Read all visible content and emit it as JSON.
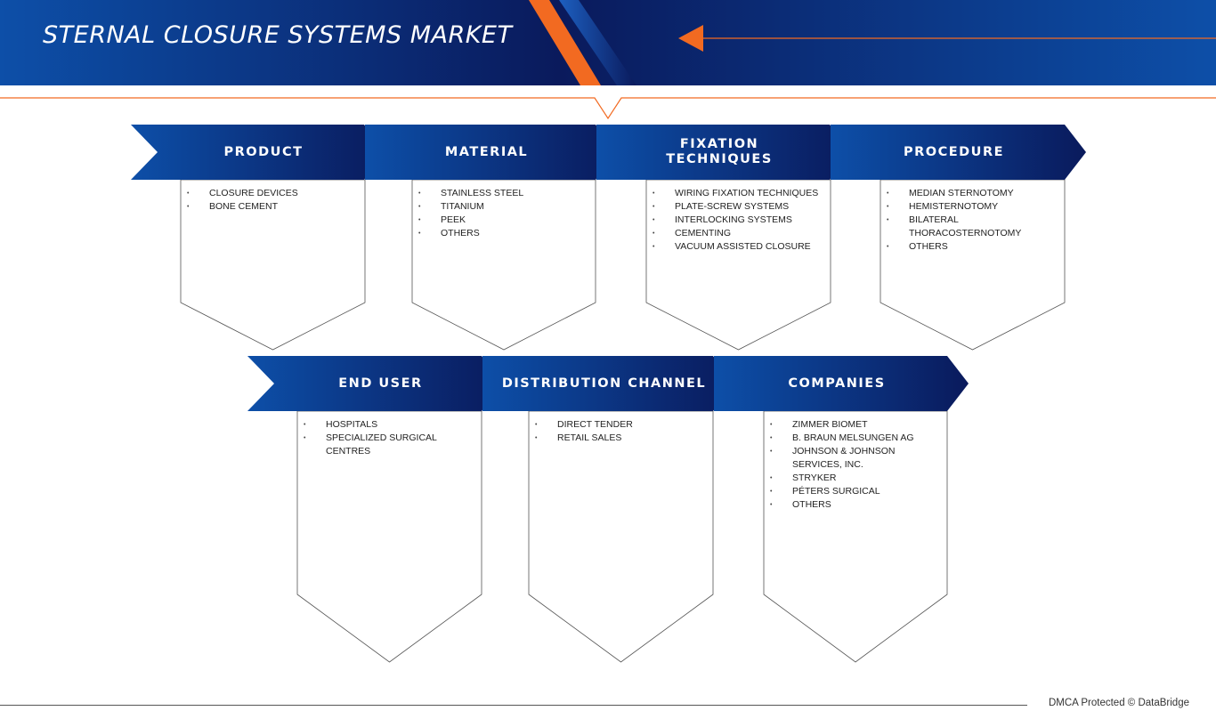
{
  "title": "STERNAL CLOSURE SYSTEMS MARKET",
  "colors": {
    "navy": "#0a1a5c",
    "blue": "#0d4fa8",
    "accent_orange": "#f26a21",
    "box_border": "#555555"
  },
  "rows": [
    {
      "categories": [
        {
          "label": "PRODUCT",
          "items": [
            "CLOSURE DEVICES",
            "BONE CEMENT"
          ]
        },
        {
          "label": "MATERIAL",
          "items": [
            "STAINLESS STEEL",
            "TITANIUM",
            "PEEK",
            "OTHERS"
          ]
        },
        {
          "label": "FIXATION TECHNIQUES",
          "items": [
            "WIRING FIXATION TECHNIQUES",
            "PLATE-SCREW SYSTEMS",
            "INTERLOCKING SYSTEMS",
            "CEMENTING",
            "VACUUM ASSISTED CLOSURE"
          ]
        },
        {
          "label": "PROCEDURE",
          "items": [
            "MEDIAN STERNOTOMY",
            "HEMISTERNOTOMY",
            "BILATERAL THORACOSTERNOTOMY",
            "OTHERS"
          ]
        }
      ]
    },
    {
      "categories": [
        {
          "label": "END USER",
          "items": [
            "HOSPITALS",
            "SPECIALIZED SURGICAL CENTRES"
          ]
        },
        {
          "label": "DISTRIBUTION CHANNEL",
          "items": [
            "DIRECT TENDER",
            "RETAIL SALES"
          ]
        },
        {
          "label": "COMPANIES",
          "items": [
            "ZIMMER BIOMET",
            "B. BRAUN MELSUNGEN AG",
            "JOHNSON & JOHNSON SERVICES, INC.",
            "STRYKER",
            "PÉTERS SURGICAL",
            "OTHERS"
          ]
        }
      ]
    }
  ],
  "footer": "DMCA Protected © DataBridge"
}
